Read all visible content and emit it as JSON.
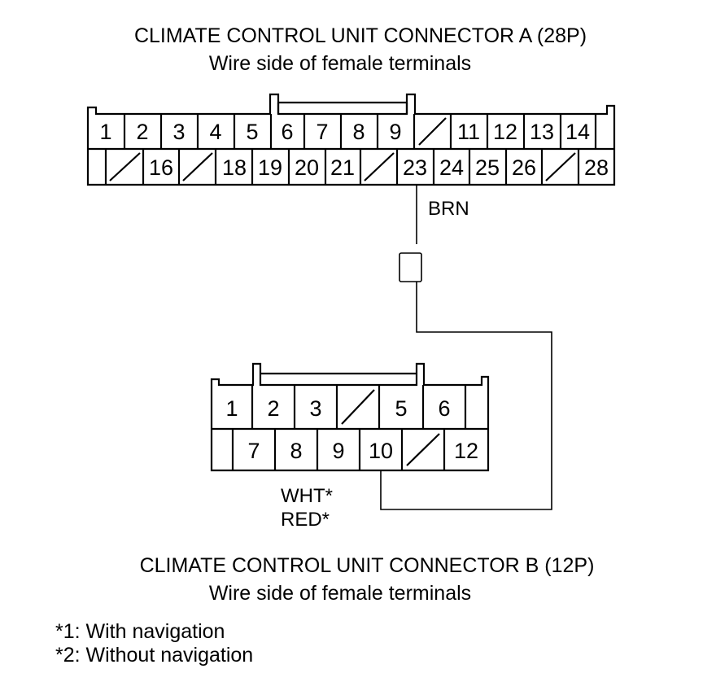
{
  "connector_a": {
    "title": "CLIMATE CONTROL UNIT CONNECTOR A (28P)",
    "subtitle": "Wire side of female terminals",
    "row1": [
      "1",
      "2",
      "3",
      "4",
      "5",
      "6",
      "7",
      "8",
      "9",
      "",
      "11",
      "12",
      "13",
      "14",
      ""
    ],
    "row2": [
      "",
      "",
      "16",
      "",
      "18",
      "19",
      "20",
      "21",
      "",
      "23",
      "24",
      "25",
      "26",
      "",
      "28"
    ],
    "wire_label": "BRN"
  },
  "connector_b": {
    "title": "CLIMATE CONTROL UNIT CONNECTOR B (12P)",
    "subtitle": "Wire side of female terminals",
    "row1": [
      "1",
      "2",
      "3",
      "",
      "5",
      "6",
      ""
    ],
    "row2": [
      "",
      "7",
      "8",
      "9",
      "10",
      "",
      "12"
    ],
    "wire_label_1": "WHT*",
    "wire_label_2": "RED*"
  },
  "notes": {
    "note1": "*1: With navigation",
    "note2": "*2: Without navigation"
  }
}
